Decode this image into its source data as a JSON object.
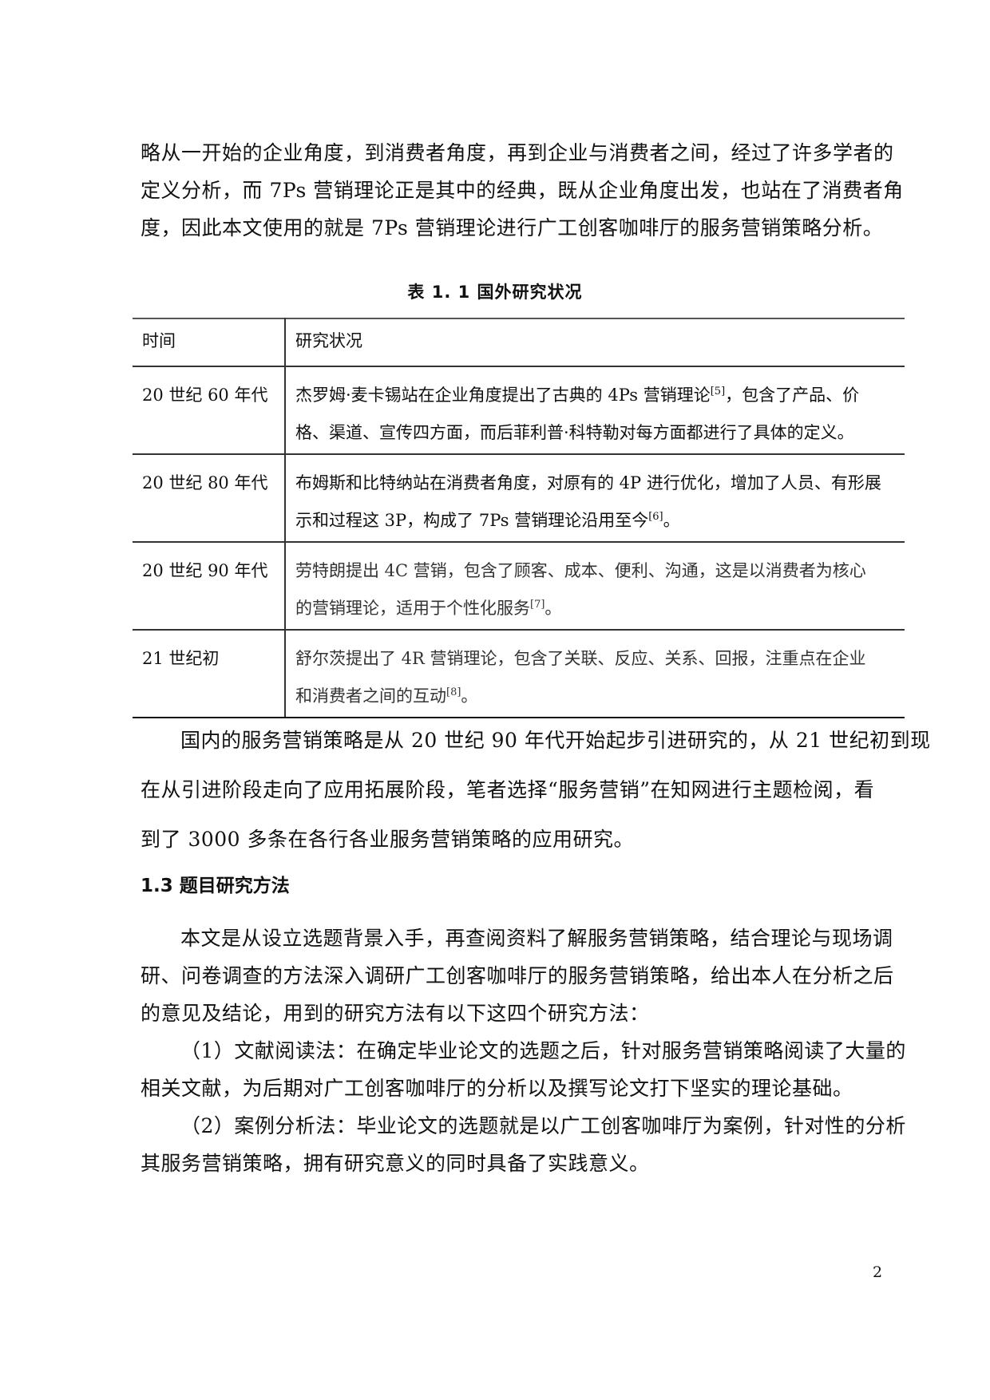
{
  "intro_paragraph": {
    "lines": [
      "略从一开始的企业角度，到消费者角度，再到企业与消费者之间，经过了许多学者的",
      "定义分析，而 7Ps 营销理论正是其中的经典，既从企业角度出发，也站在了消费者角",
      "度，因此本文使用的就是 7Ps 营销理论进行广工创客咖啡厅的服务营销策略分析。"
    ]
  },
  "table": {
    "caption": "表 1. 1  国外研究状况",
    "headers": [
      "时间",
      "研究状况"
    ],
    "rows": [
      {
        "time": "20 世纪 60 年代",
        "desc_line1": "杰罗姆·麦卡锡站在企业角度提出了古典的 4Ps 营销理论",
        "ref1": "[5]",
        "desc_line1_tail": "，包含了产品、价",
        "desc_line2": "格、渠道、宣传四方面，而后菲利普·科特勒对每方面都进行了具体的定义。"
      },
      {
        "time": "20 世纪 80 年代",
        "desc_line1": "布姆斯和比特纳站在消费者角度，对原有的 4P 进行优化，增加了人员、有形展",
        "desc_line2": "示和过程这 3P，构成了 7Ps 营销理论沿用至今",
        "ref": "[6]",
        "tail": "。"
      },
      {
        "time": "20 世纪 90 年代",
        "desc_line1": "劳特朗提出 4C 营销，包含了顾客、成本、便利、沟通，这是以消费者为核心",
        "desc_line2": "的营销理论，适用于个性化服务",
        "ref": "[7]",
        "tail": "。"
      },
      {
        "time": "21 世纪初",
        "desc_line1": "舒尔茨提出了 4R 营销理论，包含了关联、反应、关系、回报，注重点在企业",
        "desc_line2": "和消费者之间的互动",
        "ref": "[8]",
        "tail": "。"
      }
    ]
  },
  "domestic_paragraph": {
    "lines": [
      "国内的服务营销策略是从 20 世纪 90 年代开始起步引进研究的，从 21 世纪初到现",
      "在从引进阶段走向了应用拓展阶段，笔者选择“服务营销”在知网进行主题检阅，看",
      "到了 3000 多条在各行各业服务营销策略的应用研究。"
    ]
  },
  "section_heading": "1.3 题目研究方法",
  "methods_paragraph": {
    "lines": [
      "本文是从设立选题背景入手，再查阅资料了解服务营销策略，结合理论与现场调",
      "研、问卷调查的方法深入调研广工创客咖啡厅的服务营销策略，给出本人在分析之后",
      "的意见及结论，用到的研究方法有以下这四个研究方法："
    ]
  },
  "method_1": {
    "lines": [
      "（1）文献阅读法：在确定毕业论文的选题之后，针对服务营销策略阅读了大量的",
      "相关文献，为后期对广工创客咖啡厅的分析以及撰写论文打下坚实的理论基础。"
    ]
  },
  "method_2": {
    "lines": [
      "（2）案例分析法：毕业论文的选题就是以广工创客咖啡厅为案例，针对性的分析",
      "其服务营销策略，拥有研究意义的同时具备了实践意义。"
    ]
  },
  "page_number": "2"
}
